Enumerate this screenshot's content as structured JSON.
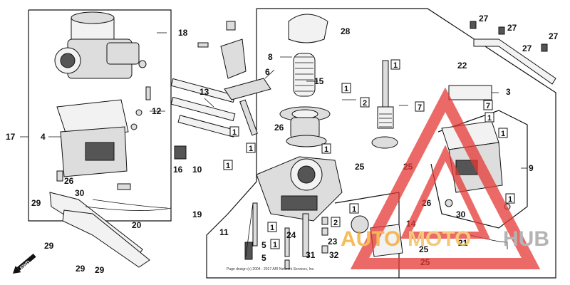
{
  "diagram": {
    "callouts": {
      "c1_a": "1",
      "c1_b": "1",
      "c1_c": "1",
      "c1_d": "1",
      "c1_e": "1",
      "c1_f": "1",
      "c1_g": "1",
      "c1_h": "1",
      "c1_i": "1",
      "c1_j": "1",
      "c1_k": "1",
      "c1_l": "1",
      "c2_a": "2",
      "c2_b": "2",
      "c3": "3",
      "c4": "4",
      "c5_a": "5",
      "c5_b": "5",
      "c6": "6",
      "c7_a": "7",
      "c7_b": "7",
      "c8": "8",
      "c9": "9",
      "c10": "10",
      "c11": "11",
      "c12": "12",
      "c13": "13",
      "c14": "14",
      "c15": "15",
      "c16": "16",
      "c17": "17",
      "c18": "18",
      "c19": "19",
      "c20": "20",
      "c21": "21",
      "c22": "22",
      "c23": "23",
      "c24": "24",
      "c25_a": "25",
      "c25_b": "25",
      "c25_c": "25",
      "c25_d": "25",
      "c26_a": "26",
      "c26_b": "26",
      "c26_c": "26",
      "c27_a": "27",
      "c27_b": "27",
      "c27_c": "27",
      "c27_d": "27",
      "c28": "28",
      "c29_a": "29",
      "c29_b": "29",
      "c29_c": "29",
      "c29_d": "29",
      "c30_a": "30",
      "c30_b": "30",
      "c31": "31",
      "c32": "32"
    },
    "fwd_label": "FWD",
    "copyright": "Page design (c) 2004 - 2017 ARI Network Services, Inc."
  },
  "watermark": {
    "part_a": "AUTO",
    "part_b": "MOTO",
    "part_c": "HUB",
    "color_a": "#f5a623",
    "color_b": "#f2b84b",
    "color_c": "#9b9b9b",
    "triangle_color": "#e53935"
  }
}
